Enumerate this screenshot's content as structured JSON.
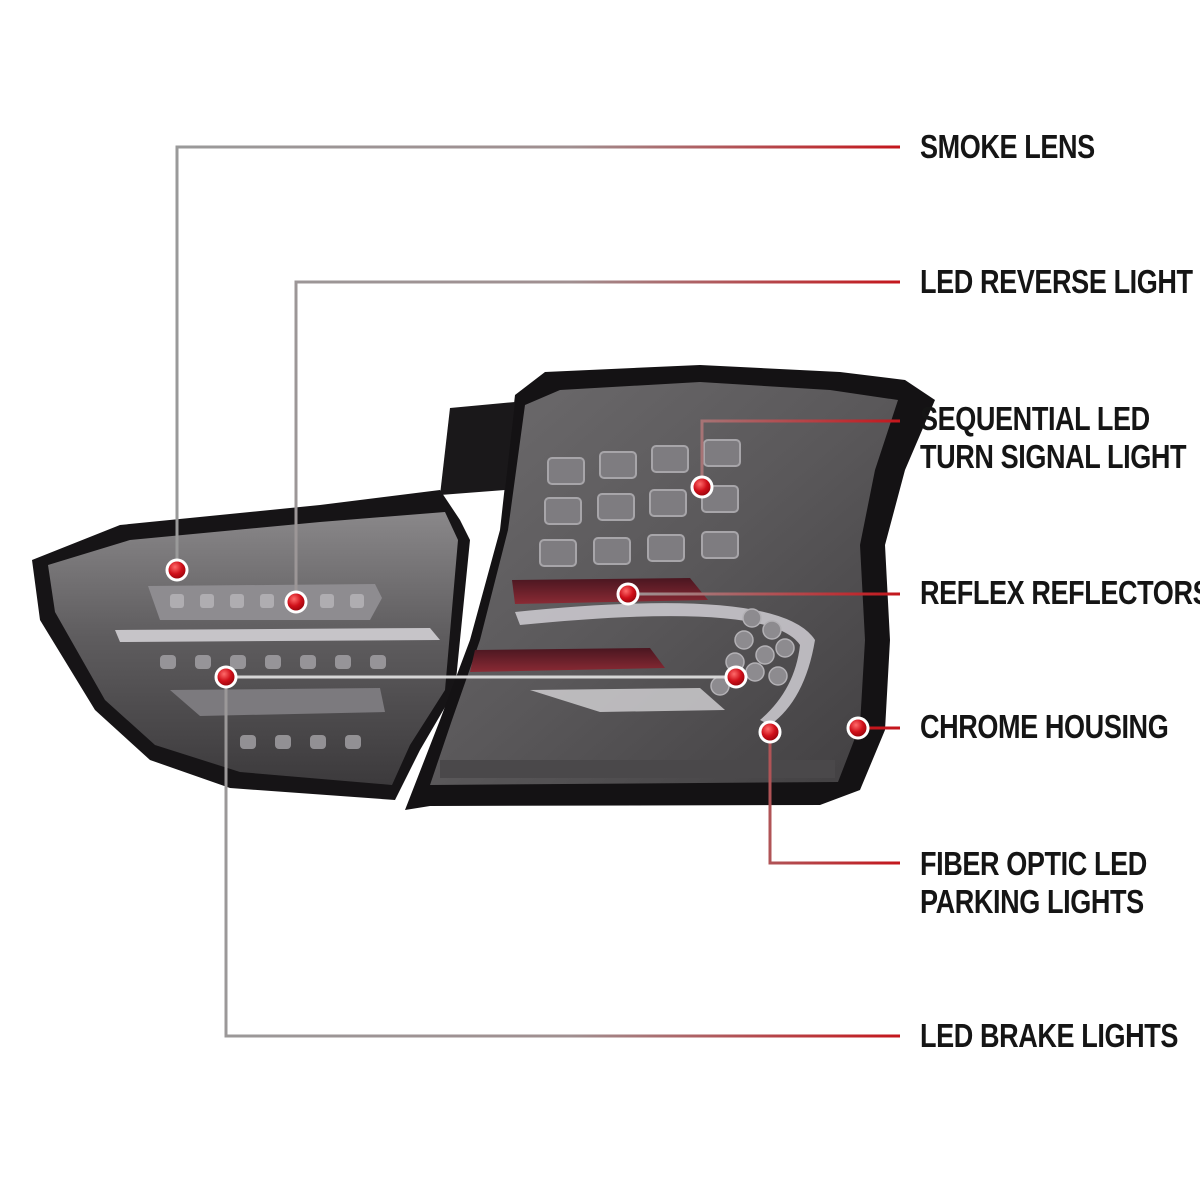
{
  "labels": {
    "smoke_lens": "SMOKE LENS",
    "led_reverse_light": "LED REVERSE LIGHT",
    "sequential_line1": "SEQUENTIAL LED",
    "sequential_line2": "TURN SIGNAL LIGHT",
    "reflex_reflectors": "REFLEX REFLECTORS",
    "chrome_housing": "CHROME HOUSING",
    "fiber_line1": "FIBER OPTIC LED",
    "fiber_line2": "PARKING LIGHTS",
    "led_brake_lights": "LED BRAKE LIGHTS"
  },
  "colors": {
    "leader_start": "#9a9a9a",
    "leader_end": "#c4161c",
    "marker": "#d0101a",
    "lens_smoke": "#5e5c5e",
    "lens_dark": "#1c1a1c",
    "reflector": "#7a1f2a"
  }
}
